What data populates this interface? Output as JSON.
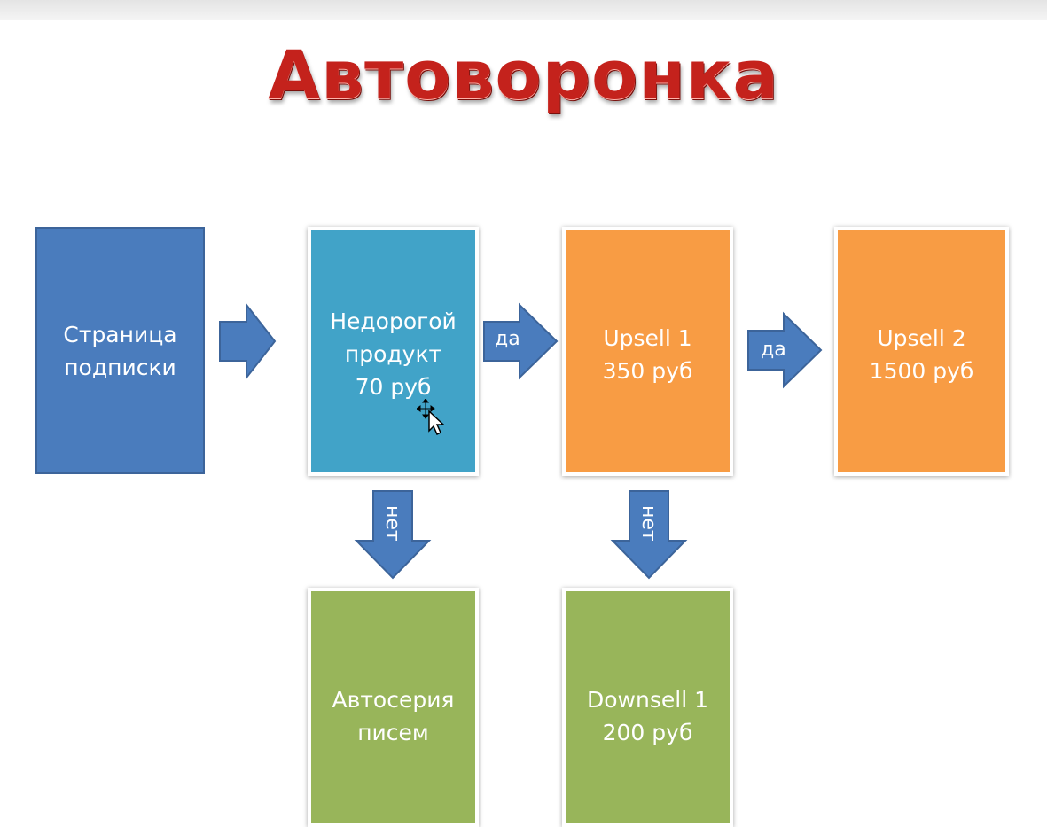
{
  "title": "Автоворонка",
  "boxes": {
    "subscription": {
      "lines": [
        "Страница",
        "подписки"
      ],
      "color": "#4a7cbd"
    },
    "cheap_product": {
      "lines": [
        "Недорогой",
        "продукт",
        "70 руб"
      ],
      "color": "#41a3c8"
    },
    "upsell1": {
      "lines": [
        "Upsell 1",
        "350 руб"
      ],
      "color": "#f89c44"
    },
    "upsell2": {
      "lines": [
        "Upsell 2",
        "1500 руб"
      ],
      "color": "#f89c44"
    },
    "autoseries": {
      "lines": [
        "Автосерия",
        "писем"
      ],
      "color": "#98b55a"
    },
    "downsell1": {
      "lines": [
        "Downsell 1",
        "200 руб"
      ],
      "color": "#98b55a"
    }
  },
  "arrows": {
    "yes1": "да",
    "yes2": "да",
    "no1": "нет",
    "no2": "нет"
  },
  "arrow_color": "#4a7cbd",
  "title_color": "#c4221c"
}
